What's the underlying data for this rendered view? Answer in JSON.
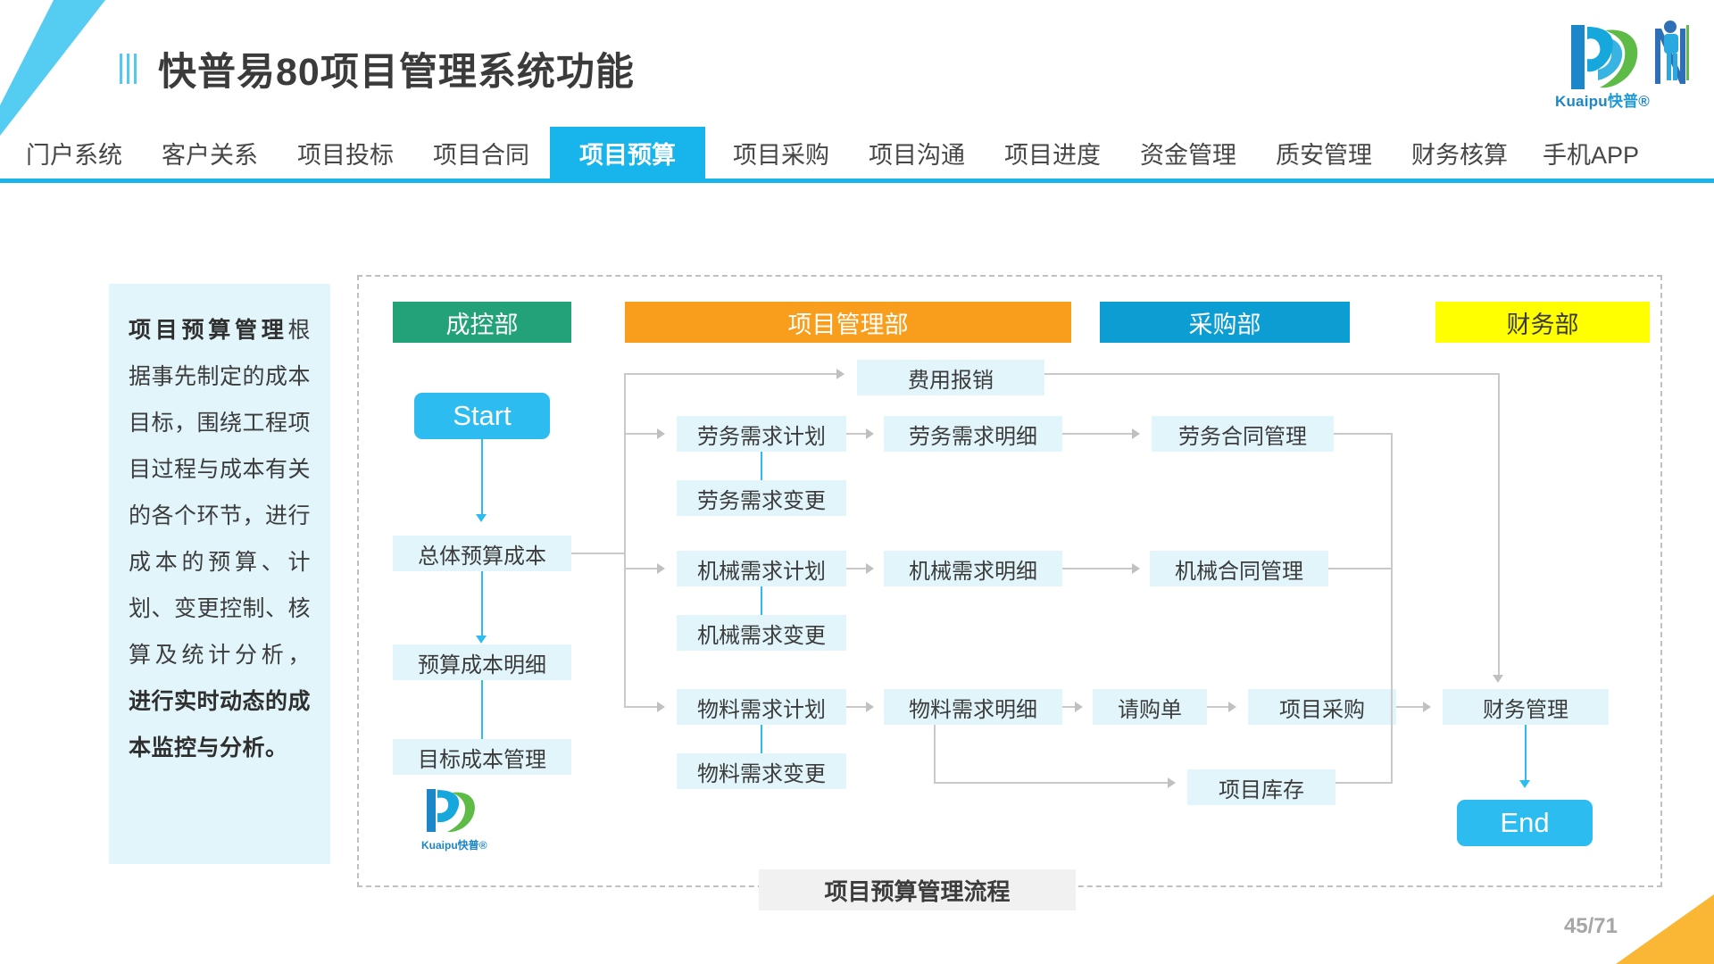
{
  "header": {
    "title": "快普易80项目管理系统功能",
    "logo": {
      "brand_en": "Kuaipu",
      "brand_cn": "快普",
      "mark": "kp-logo-icon"
    }
  },
  "nav": {
    "items": [
      {
        "label": "门户系统",
        "active": false
      },
      {
        "label": "客户关系",
        "active": false
      },
      {
        "label": "项目投标",
        "active": false
      },
      {
        "label": "项目合同",
        "active": false
      },
      {
        "label": "项目预算",
        "active": true
      },
      {
        "label": "项目采购",
        "active": false
      },
      {
        "label": "项目沟通",
        "active": false
      },
      {
        "label": "项目进度",
        "active": false
      },
      {
        "label": "资金管理",
        "active": false
      },
      {
        "label": "质安管理",
        "active": false
      },
      {
        "label": "财务核算",
        "active": false
      },
      {
        "label": "手机APP",
        "active": false
      }
    ],
    "accent_color": "#18b4ec"
  },
  "description": {
    "lead": "项目预算管理",
    "body": "根据事先制定的成本目标，围绕工程项目过程与成本有关的各个环节，进行成本的预算、计划、变更控制、核算及统计分析，",
    "tail": "进行实时动态的成本监控与分析。"
  },
  "diagram": {
    "caption": "项目预算管理流程",
    "departments": [
      {
        "name": "成控部",
        "color": "#23a178"
      },
      {
        "name": "项目管理部",
        "color": "#f89d1c"
      },
      {
        "name": "采购部",
        "color": "#0c9dd3"
      },
      {
        "name": "财务部",
        "color": "#ffff00"
      }
    ],
    "terminators": {
      "start": "Start",
      "end": "End"
    },
    "nodes": {
      "cost_budget_total": "总体预算成本",
      "cost_budget_detail": "预算成本明细",
      "target_cost_mgmt": "目标成本管理",
      "expense_reimburse": "费用报销",
      "labor_demand_plan": "劳务需求计划",
      "labor_demand_detail": "劳务需求明细",
      "labor_demand_change": "劳务需求变更",
      "labor_contract_mgmt": "劳务合同管理",
      "machine_demand_plan": "机械需求计划",
      "machine_demand_detail": "机械需求明细",
      "machine_demand_change": "机械需求变更",
      "machine_contract_mgmt": "机械合同管理",
      "material_demand_plan": "物料需求计划",
      "material_demand_detail": "物料需求明细",
      "material_demand_change": "物料需求变更",
      "purchase_request": "请购单",
      "project_procurement": "项目采购",
      "project_inventory": "项目库存",
      "finance_mgmt": "财务管理"
    },
    "inner_logo": {
      "brand_en": "Kuaipu",
      "brand_cn": "快普"
    }
  },
  "footer": {
    "page": "45/71"
  }
}
